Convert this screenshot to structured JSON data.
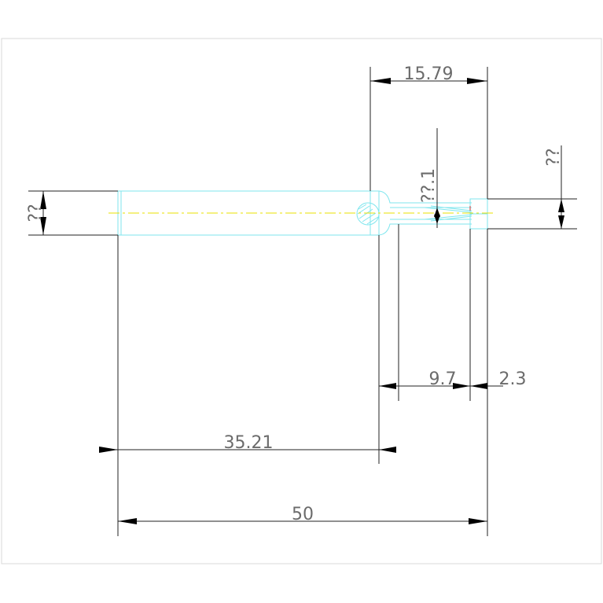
{
  "dimensions": {
    "top_width": "15.79",
    "left_diameter": "??",
    "neck_diameter": "??.1",
    "right_diameter": "??",
    "neck_length": "9.7",
    "tip_length": "2.3",
    "body_length": "35.21",
    "overall_length": "50"
  },
  "colors": {
    "frame": "#d8d8d8",
    "part_outline": "#7fe6ee",
    "center_line": "#e8e000",
    "dimension_line": "#222222",
    "dimension_text": "#6b6b6b",
    "highlight": "#cc3333"
  }
}
